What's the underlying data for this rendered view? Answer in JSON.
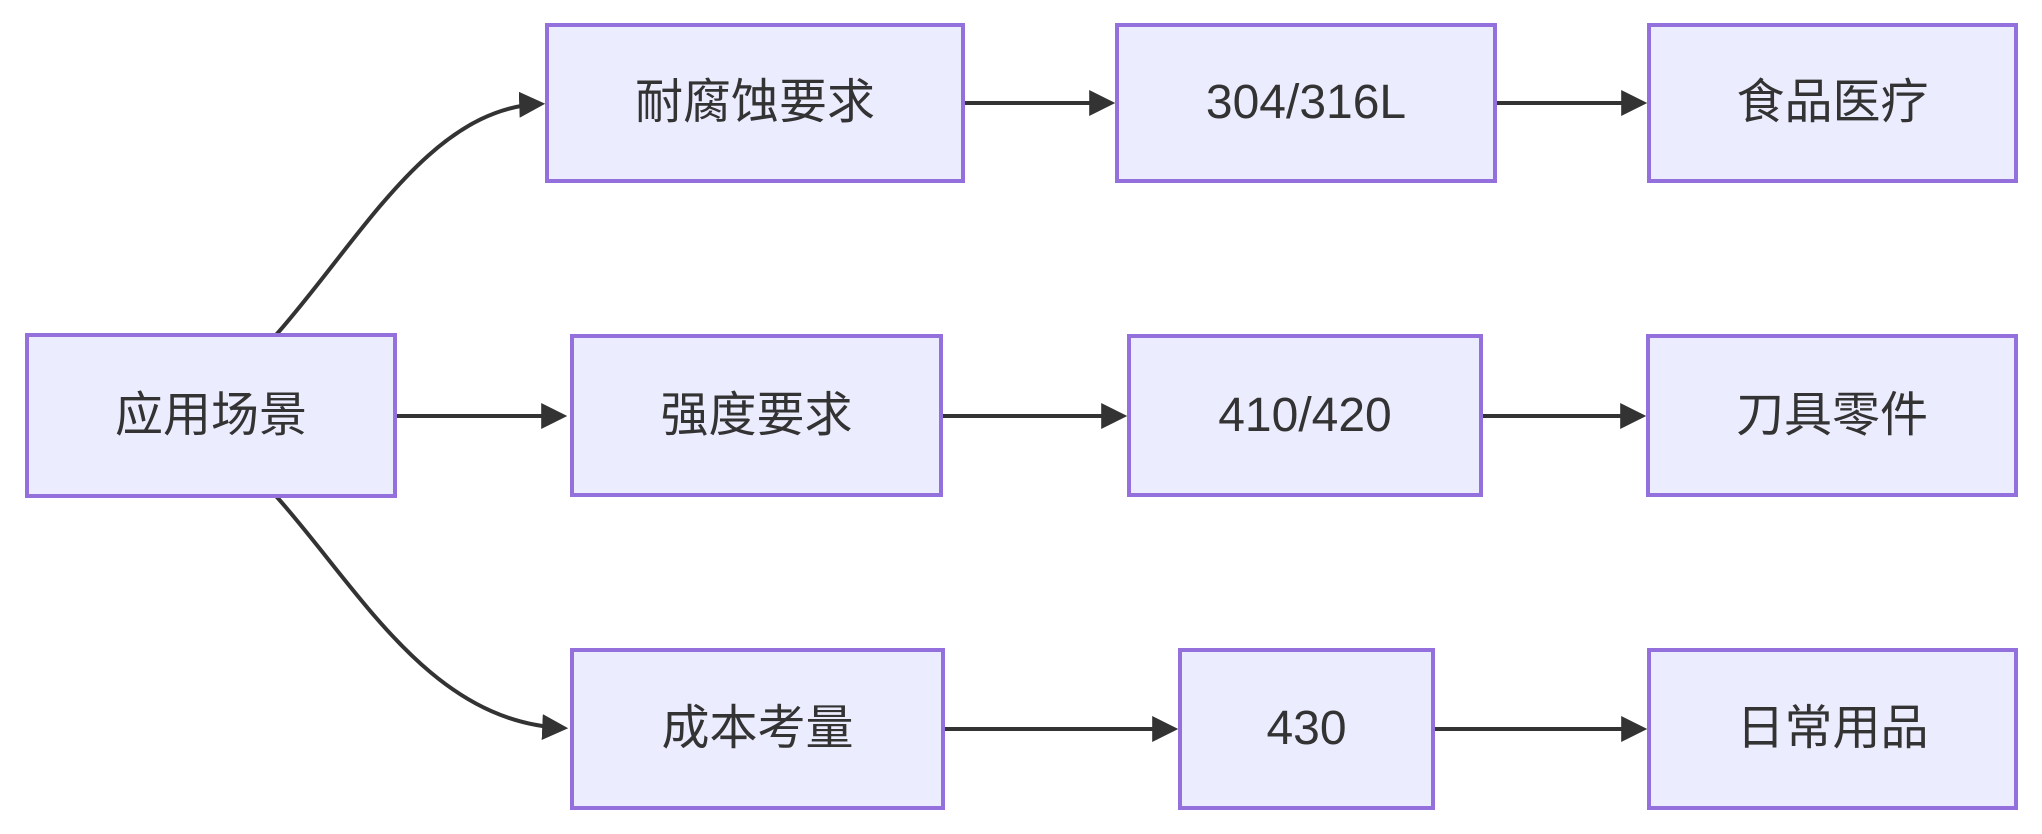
{
  "diagram": {
    "type": "flowchart",
    "direction": "left-to-right",
    "root": {
      "label": "应用场景"
    },
    "branches": [
      {
        "criterion": "耐腐蚀要求",
        "grade": "304/316L",
        "application": "食品医疗"
      },
      {
        "criterion": "强度要求",
        "grade": "410/420",
        "application": "刀具零件"
      },
      {
        "criterion": "成本考量",
        "grade": "430",
        "application": "日常用品"
      }
    ],
    "edges": [
      {
        "from": "应用场景",
        "to": "耐腐蚀要求"
      },
      {
        "from": "应用场景",
        "to": "强度要求"
      },
      {
        "from": "应用场景",
        "to": "成本考量"
      },
      {
        "from": "耐腐蚀要求",
        "to": "304/316L"
      },
      {
        "from": "304/316L",
        "to": "食品医疗"
      },
      {
        "from": "强度要求",
        "to": "410/420"
      },
      {
        "from": "410/420",
        "to": "刀具零件"
      },
      {
        "from": "成本考量",
        "to": "430"
      },
      {
        "from": "430",
        "to": "日常用品"
      }
    ],
    "colors": {
      "node_fill": "#ECECFF",
      "node_border": "#9370DB",
      "edge": "#333333",
      "text": "#333333",
      "background": "#FFFFFF"
    }
  }
}
